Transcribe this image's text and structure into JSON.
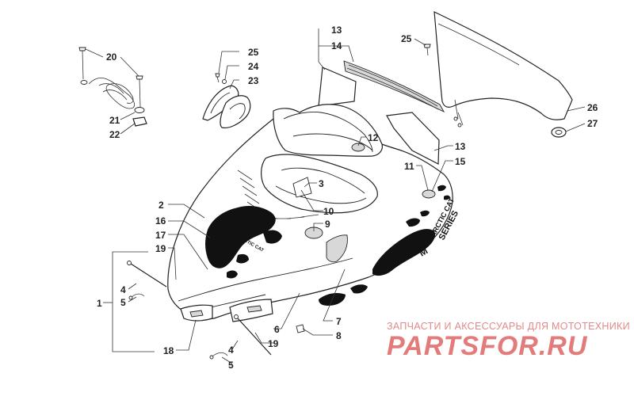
{
  "callouts": {
    "c1": "1",
    "c2": "2",
    "c3": "3",
    "c4a": "4",
    "c4b": "4",
    "c5a": "5",
    "c5b": "5",
    "c6": "6",
    "c7": "7",
    "c8": "8",
    "c9": "9",
    "c10": "10",
    "c11": "11",
    "c12": "12",
    "c13a": "13",
    "c13b": "13",
    "c14": "14",
    "c15": "15",
    "c16": "16",
    "c17": "17",
    "c18": "18",
    "c19a": "19",
    "c19b": "19",
    "c20": "20",
    "c21": "21",
    "c22": "22",
    "c23": "23",
    "c24": "24",
    "c25a": "25",
    "c25b": "25",
    "c26": "26",
    "c27": "27"
  },
  "decals": {
    "series_line1": "ARCTIC CAT",
    "series_line2": "SERIES",
    "m_badge": "M",
    "side_text": "ARCTIC CAT"
  },
  "watermark": {
    "tagline": "ЗАПЧАСТИ И АКСЕССУАРЫ ДЛЯ МОТОТЕХНИКИ",
    "logo_text": "PARTSFOR.RU",
    "logo_color": "#e37b7b",
    "tagline_color": "#e08a8a"
  }
}
